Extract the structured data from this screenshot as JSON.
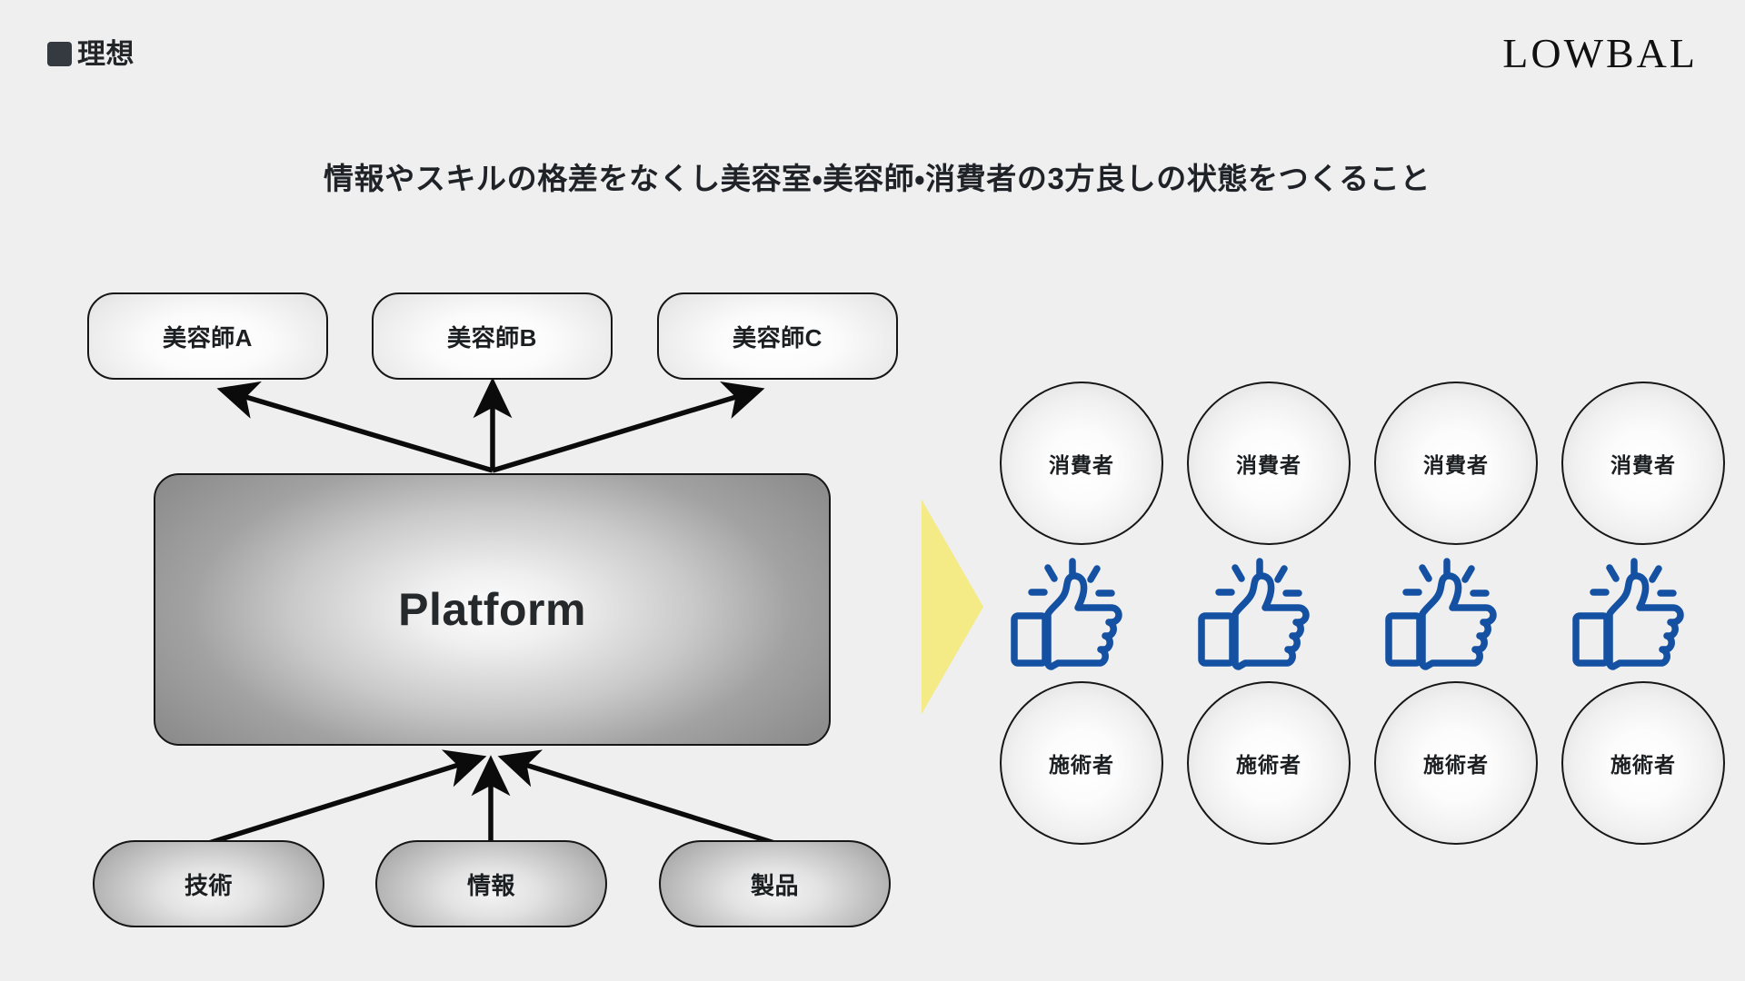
{
  "page": {
    "background_color": "#efefef",
    "accent_blue": "#1451a3",
    "accent_yellow": "#f4ea86",
    "dark": "#343a40"
  },
  "header": {
    "bullet_icon": "filled-square-icon",
    "section_label": "理想",
    "brand": "LOWBAL"
  },
  "title": "情報やスキルの格差をなくし美容室・美容師・消費者の3方良しの状態をつくること",
  "diagram": {
    "top_nodes": [
      {
        "label": "美容師A"
      },
      {
        "label": "美容師B"
      },
      {
        "label": "美容師C"
      }
    ],
    "center_node": {
      "label": "Platform"
    },
    "bottom_nodes": [
      {
        "label": "技術"
      },
      {
        "label": "情報"
      },
      {
        "label": "製品"
      }
    ],
    "arrow_direction_up": "platform-to-stylists",
    "arrow_direction_in": "inputs-to-platform"
  },
  "transition": {
    "icon": "yellow-right-arrow-icon",
    "color": "#f4ea86"
  },
  "cluster": {
    "columns": [
      {
        "consumer": "消費者",
        "reaction_icon": "thumbs-up-icon",
        "practitioner": "施術者"
      },
      {
        "consumer": "消費者",
        "reaction_icon": "thumbs-up-icon",
        "practitioner": "施術者"
      },
      {
        "consumer": "消費者",
        "reaction_icon": "thumbs-up-icon",
        "practitioner": "施術者"
      },
      {
        "consumer": "消費者",
        "reaction_icon": "thumbs-up-icon",
        "practitioner": "施術者"
      }
    ]
  }
}
